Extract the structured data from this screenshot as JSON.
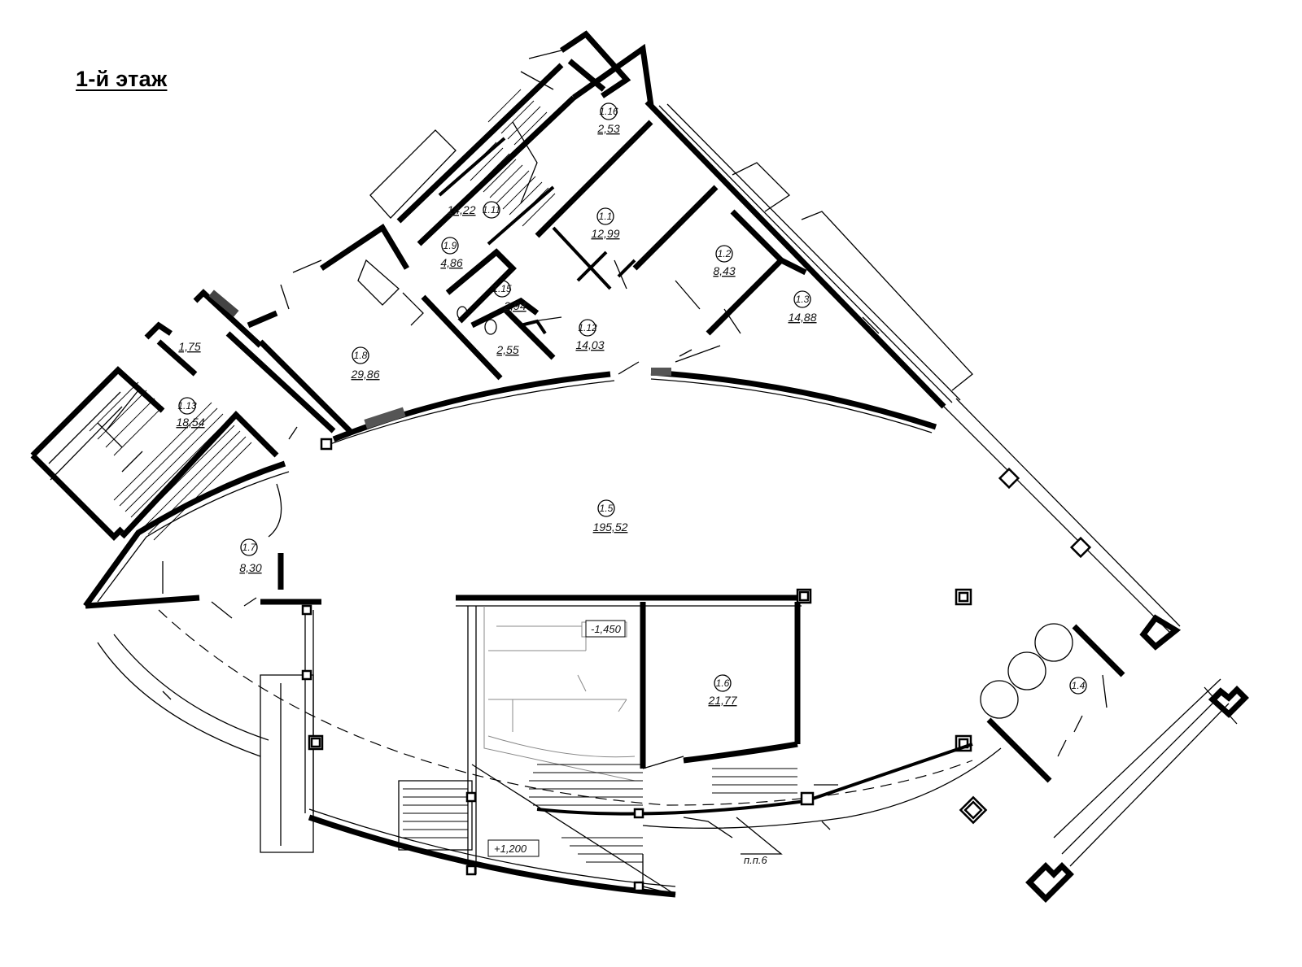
{
  "title": "1-й этаж",
  "rooms": [
    {
      "id": "1.1",
      "area": "12,99"
    },
    {
      "id": "1.2",
      "area": "8,43"
    },
    {
      "id": "1.3",
      "area": "14,88"
    },
    {
      "id": "1.4",
      "area": ""
    },
    {
      "id": "1.5",
      "area": "195,52"
    },
    {
      "id": "1.6",
      "area": "21,77"
    },
    {
      "id": "1.7",
      "area": "8,30"
    },
    {
      "id": "1.8",
      "area": "29,86"
    },
    {
      "id": "1.9",
      "area": "4,86"
    },
    {
      "id": "1.11",
      "area": "14,22"
    },
    {
      "id": "1.12",
      "area": "14,03"
    },
    {
      "id": "1.13",
      "area": "18,54"
    },
    {
      "id": "1.15",
      "area": "2,94"
    },
    {
      "id": "1.16",
      "area": "2,53"
    }
  ],
  "extra_areas": [
    "1,75",
    "2,55"
  ],
  "level_marks": [
    "-1,450",
    "+1,200"
  ],
  "notes": [
    "п.п.6"
  ]
}
